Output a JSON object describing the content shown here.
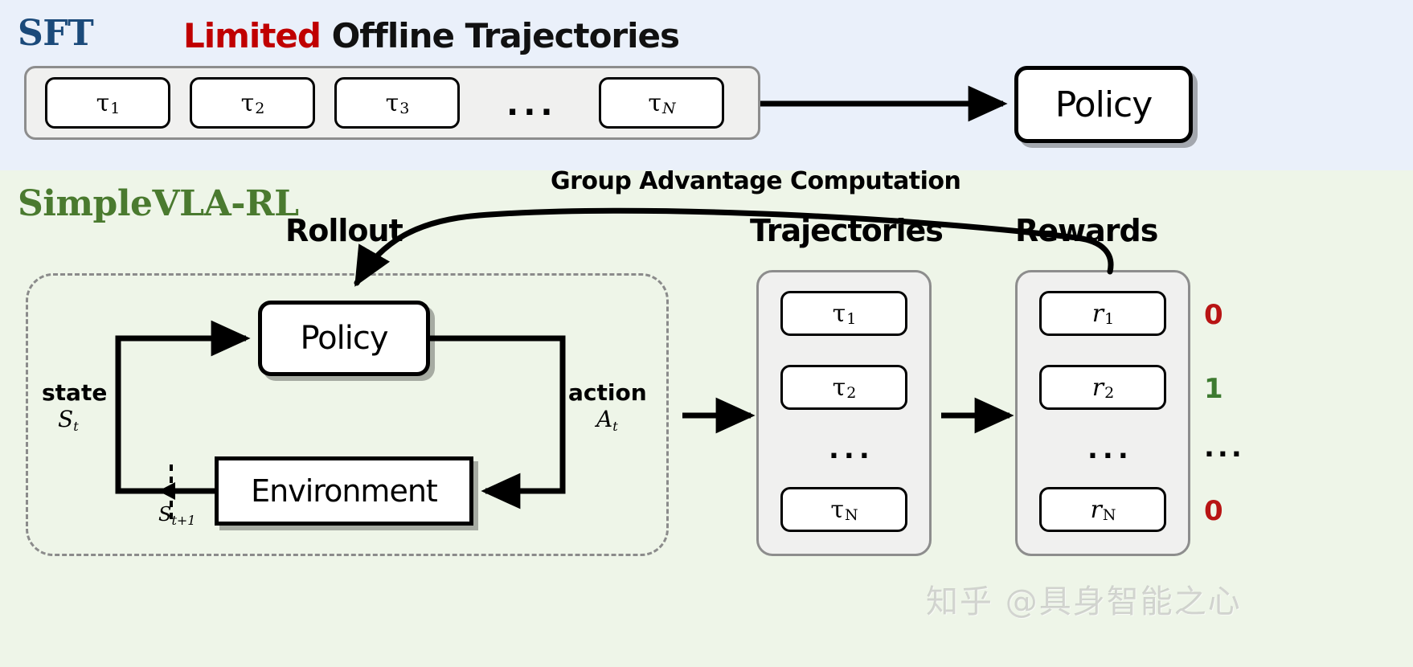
{
  "sections": {
    "sft": {
      "title": "SFT",
      "title_color": "#1b4a7a",
      "bg_color": "#eaf0fa",
      "headline_highlight": "Limited",
      "headline_highlight_color": "#c00000",
      "headline_rest": " Offline Trajectories",
      "trajectories": [
        {
          "symbol": "τ",
          "sub": "1"
        },
        {
          "symbol": "τ",
          "sub": "2"
        },
        {
          "symbol": "τ",
          "sub": "3"
        },
        {
          "symbol": "τ",
          "sub": "N",
          "italic_sub": true
        }
      ],
      "ellipsis": "...",
      "policy_label": "Policy"
    },
    "rl": {
      "title": "SimpleVLA-RL",
      "title_color": "#4a7a2f",
      "bg_color": "#eef5e8",
      "group_advantage_label": "Group Advantage Computation",
      "rollout_label": "Rollout",
      "trajectories_label": "Trajectories",
      "rewards_label": "Rewards",
      "policy_label": "Policy",
      "environment_label": "Environment",
      "state_label": "state",
      "state_symbol": "S",
      "state_sub": "t",
      "action_label": "action",
      "action_symbol": "A",
      "action_sub": "t",
      "next_state_symbol": "S",
      "next_state_sub": "t+1",
      "trajectory_items": [
        {
          "symbol": "τ",
          "sub": "1"
        },
        {
          "symbol": "τ",
          "sub": "2"
        },
        {
          "symbol": "...",
          "is_ellipsis": true
        },
        {
          "symbol": "τ",
          "sub": "N"
        }
      ],
      "reward_items": [
        {
          "symbol": "r",
          "sub": "1"
        },
        {
          "symbol": "r",
          "sub": "2"
        },
        {
          "symbol": "...",
          "is_ellipsis": true
        },
        {
          "symbol": "r",
          "sub": "N"
        }
      ],
      "reward_values": [
        {
          "value": "0",
          "color": "#b81414"
        },
        {
          "value": "1",
          "color": "#3d7a30"
        },
        {
          "value": "...",
          "color": "#000000"
        },
        {
          "value": "0",
          "color": "#b81414"
        }
      ]
    }
  },
  "watermark": "知乎 @具身智能之心"
}
